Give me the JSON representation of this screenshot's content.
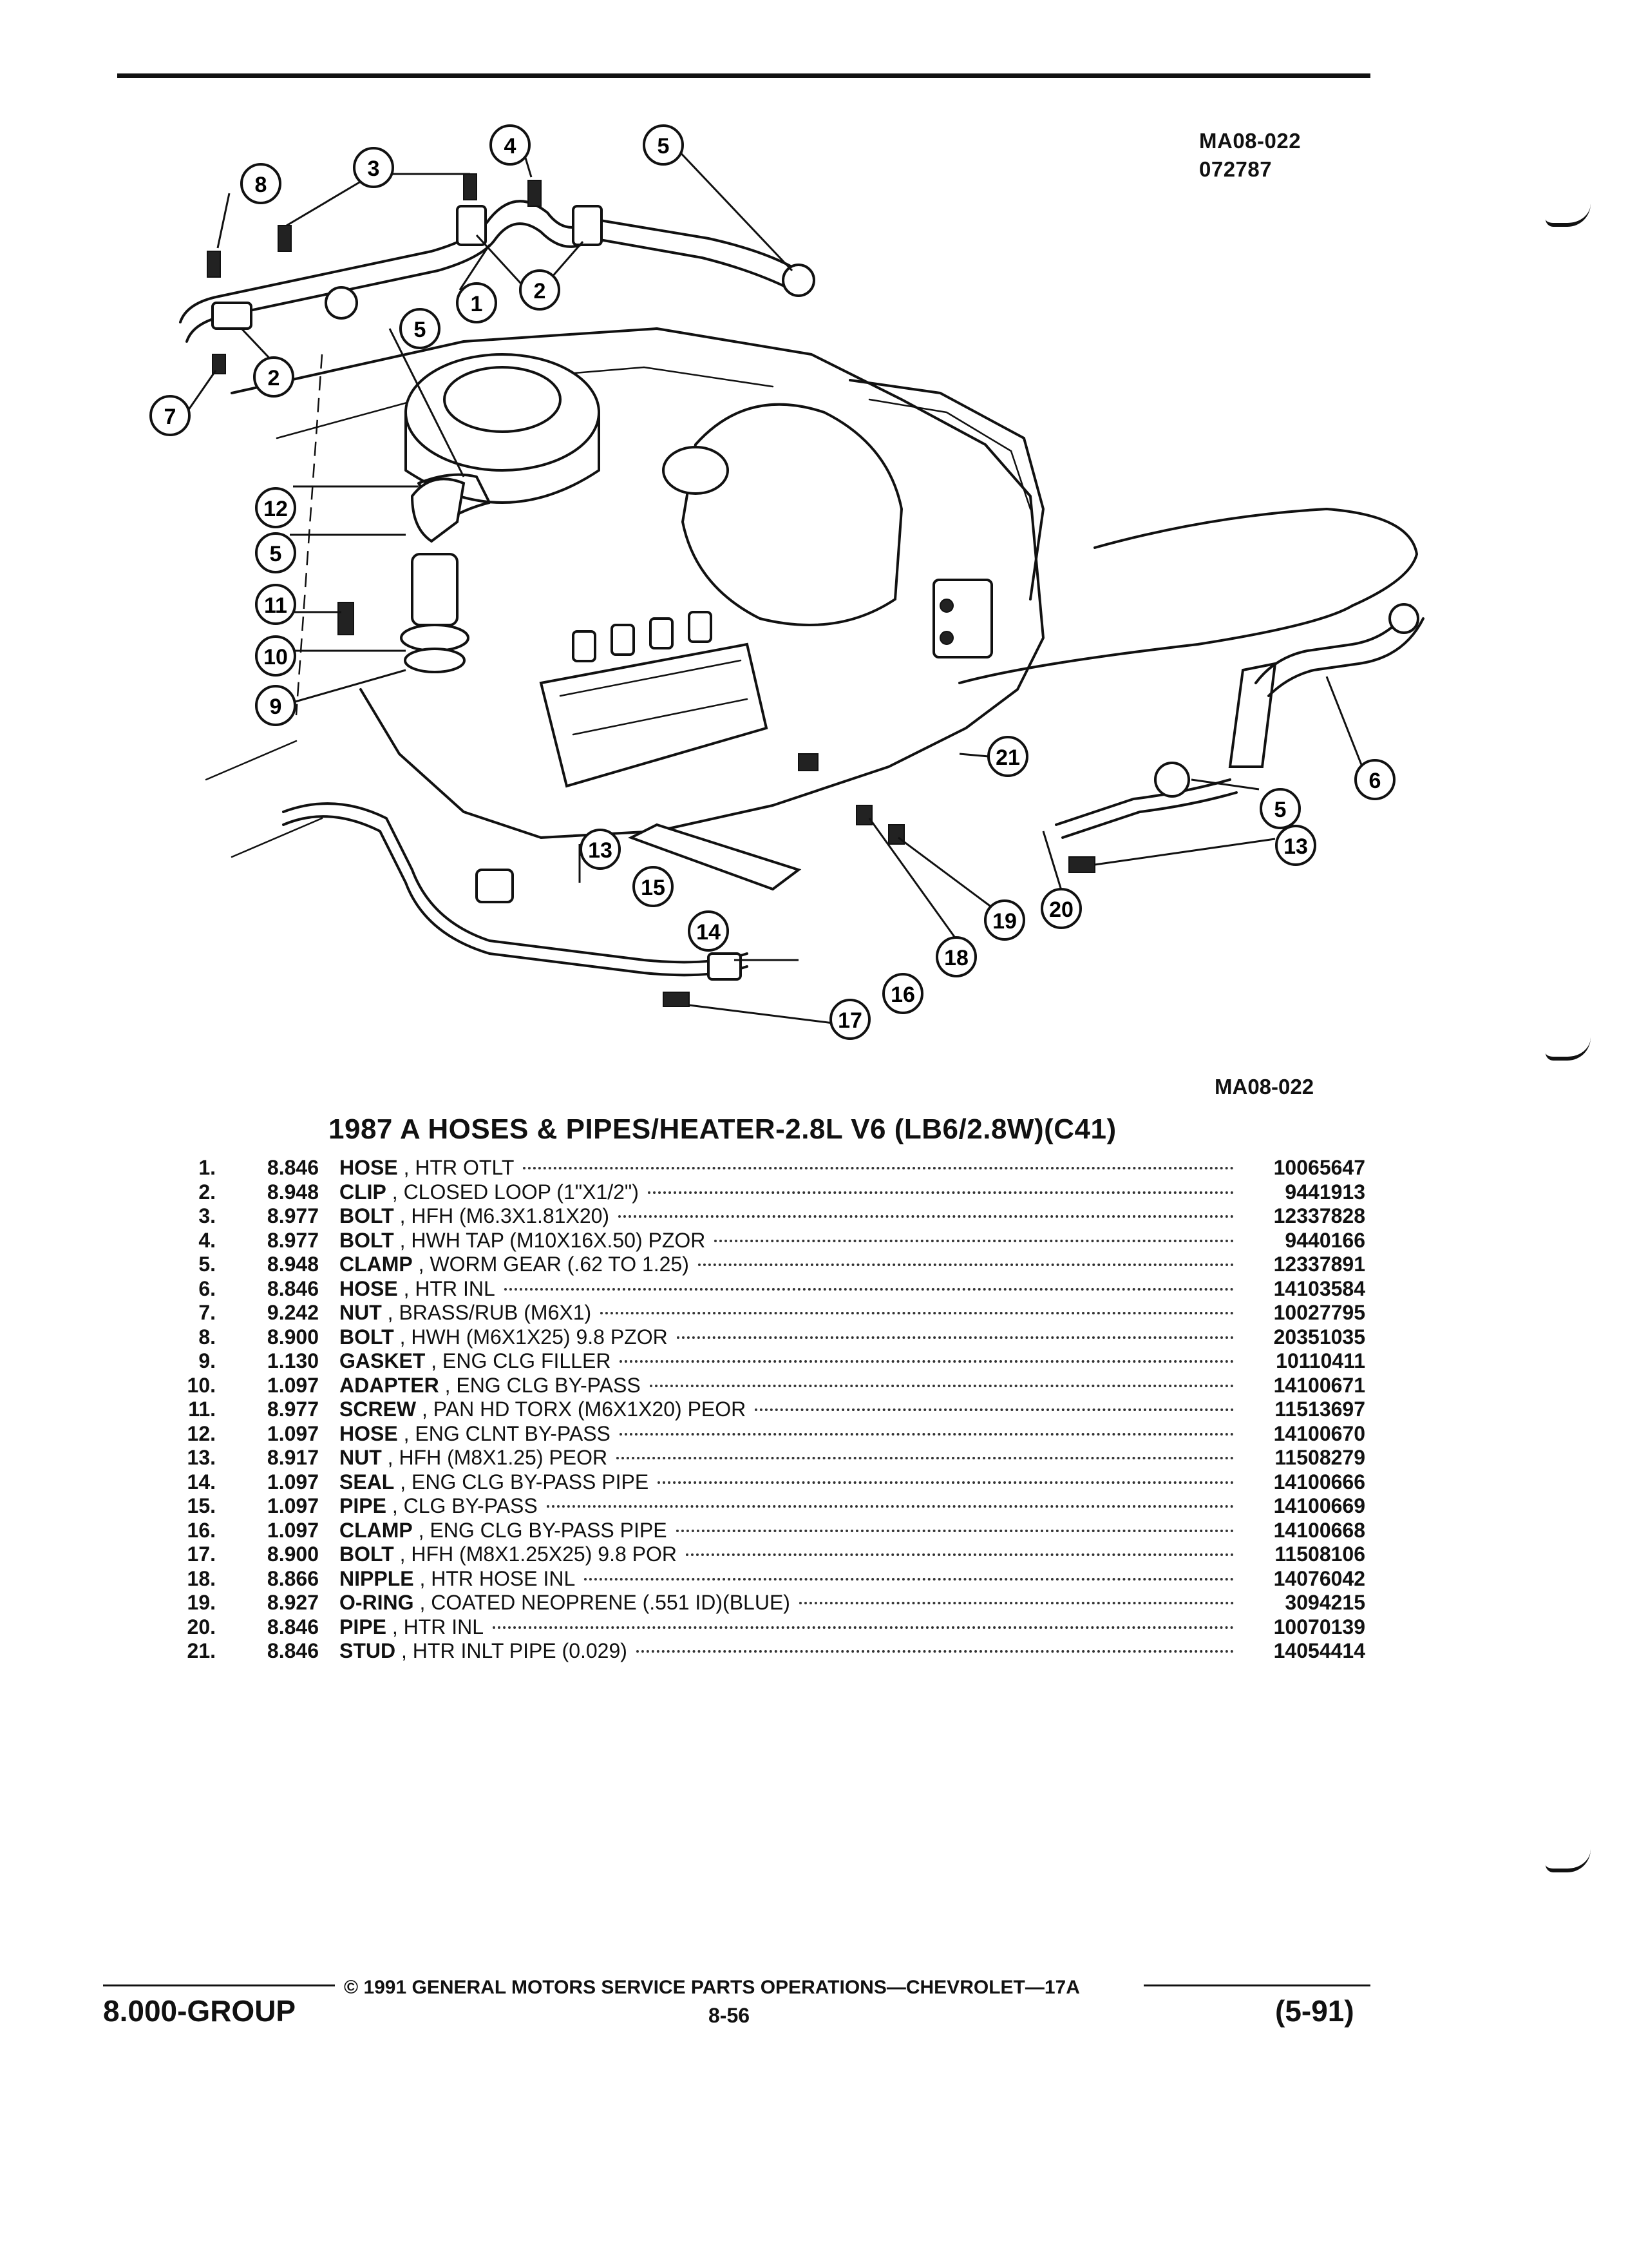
{
  "figure_id": "MA08-022",
  "figure_date": "072787",
  "figure_caption": "MA08-022",
  "title": "1987 A HOSES & PIPES/HEATER-2.8L V6 (LB6/2.8W)(C41)",
  "parts": [
    {
      "num": "1.",
      "group": "8.846",
      "name": "HOSE",
      "spec": "HTR OTLT",
      "part_no": "10065647"
    },
    {
      "num": "2.",
      "group": "8.948",
      "name": "CLIP",
      "spec": "CLOSED LOOP (1\"X1/2\")",
      "part_no": "9441913"
    },
    {
      "num": "3.",
      "group": "8.977",
      "name": "BOLT",
      "spec": "HFH (M6.3X1.81X20)",
      "part_no": "12337828"
    },
    {
      "num": "4.",
      "group": "8.977",
      "name": "BOLT",
      "spec": "HWH TAP (M10X16X.50) PZOR",
      "part_no": "9440166"
    },
    {
      "num": "5.",
      "group": "8.948",
      "name": "CLAMP",
      "spec": "WORM GEAR (.62 TO 1.25)",
      "part_no": "12337891"
    },
    {
      "num": "6.",
      "group": "8.846",
      "name": "HOSE",
      "spec": "HTR INL",
      "part_no": "14103584"
    },
    {
      "num": "7.",
      "group": "9.242",
      "name": "NUT",
      "spec": "BRASS/RUB (M6X1)",
      "part_no": "10027795"
    },
    {
      "num": "8.",
      "group": "8.900",
      "name": "BOLT",
      "spec": "HWH (M6X1X25) 9.8 PZOR",
      "part_no": "20351035"
    },
    {
      "num": "9.",
      "group": "1.130",
      "name": "GASKET",
      "spec": "ENG CLG FILLER",
      "part_no": "10110411"
    },
    {
      "num": "10.",
      "group": "1.097",
      "name": "ADAPTER",
      "spec": "ENG CLG BY-PASS",
      "part_no": "14100671"
    },
    {
      "num": "11.",
      "group": "8.977",
      "name": "SCREW",
      "spec": "PAN HD TORX (M6X1X20) PEOR",
      "part_no": "11513697"
    },
    {
      "num": "12.",
      "group": "1.097",
      "name": "HOSE",
      "spec": "ENG CLNT BY-PASS",
      "part_no": "14100670"
    },
    {
      "num": "13.",
      "group": "8.917",
      "name": "NUT",
      "spec": "HFH (M8X1.25) PEOR",
      "part_no": "11508279"
    },
    {
      "num": "14.",
      "group": "1.097",
      "name": "SEAL",
      "spec": "ENG CLG BY-PASS PIPE",
      "part_no": "14100666"
    },
    {
      "num": "15.",
      "group": "1.097",
      "name": "PIPE",
      "spec": "CLG BY-PASS",
      "part_no": "14100669"
    },
    {
      "num": "16.",
      "group": "1.097",
      "name": "CLAMP",
      "spec": "ENG CLG BY-PASS PIPE",
      "part_no": "14100668"
    },
    {
      "num": "17.",
      "group": "8.900",
      "name": "BOLT",
      "spec": "HFH (M8X1.25X25) 9.8 POR",
      "part_no": "11508106"
    },
    {
      "num": "18.",
      "group": "8.866",
      "name": "NIPPLE",
      "spec": "HTR HOSE INL",
      "part_no": "14076042"
    },
    {
      "num": "19.",
      "group": "8.927",
      "name": "O-RING",
      "spec": "COATED NEOPRENE (.551 ID)(BLUE)",
      "part_no": "3094215"
    },
    {
      "num": "20.",
      "group": "8.846",
      "name": "PIPE",
      "spec": "HTR INL",
      "part_no": "10070139"
    },
    {
      "num": "21.",
      "group": "8.846",
      "name": "STUD",
      "spec": "HTR INLT PIPE (0.029)",
      "part_no": "14054414"
    }
  ],
  "callouts": [
    "1",
    "2",
    "2",
    "3",
    "4",
    "5",
    "5",
    "5",
    "5",
    "6",
    "7",
    "8",
    "9",
    "10",
    "11",
    "12",
    "13",
    "13",
    "14",
    "15",
    "16",
    "17",
    "18",
    "19",
    "20",
    "21"
  ],
  "footer": {
    "group": "8.000-GROUP",
    "copyright": "© 1991 GENERAL MOTORS SERVICE PARTS OPERATIONS—CHEVROLET—17A",
    "page": "8-56",
    "date": "(5-91)"
  }
}
